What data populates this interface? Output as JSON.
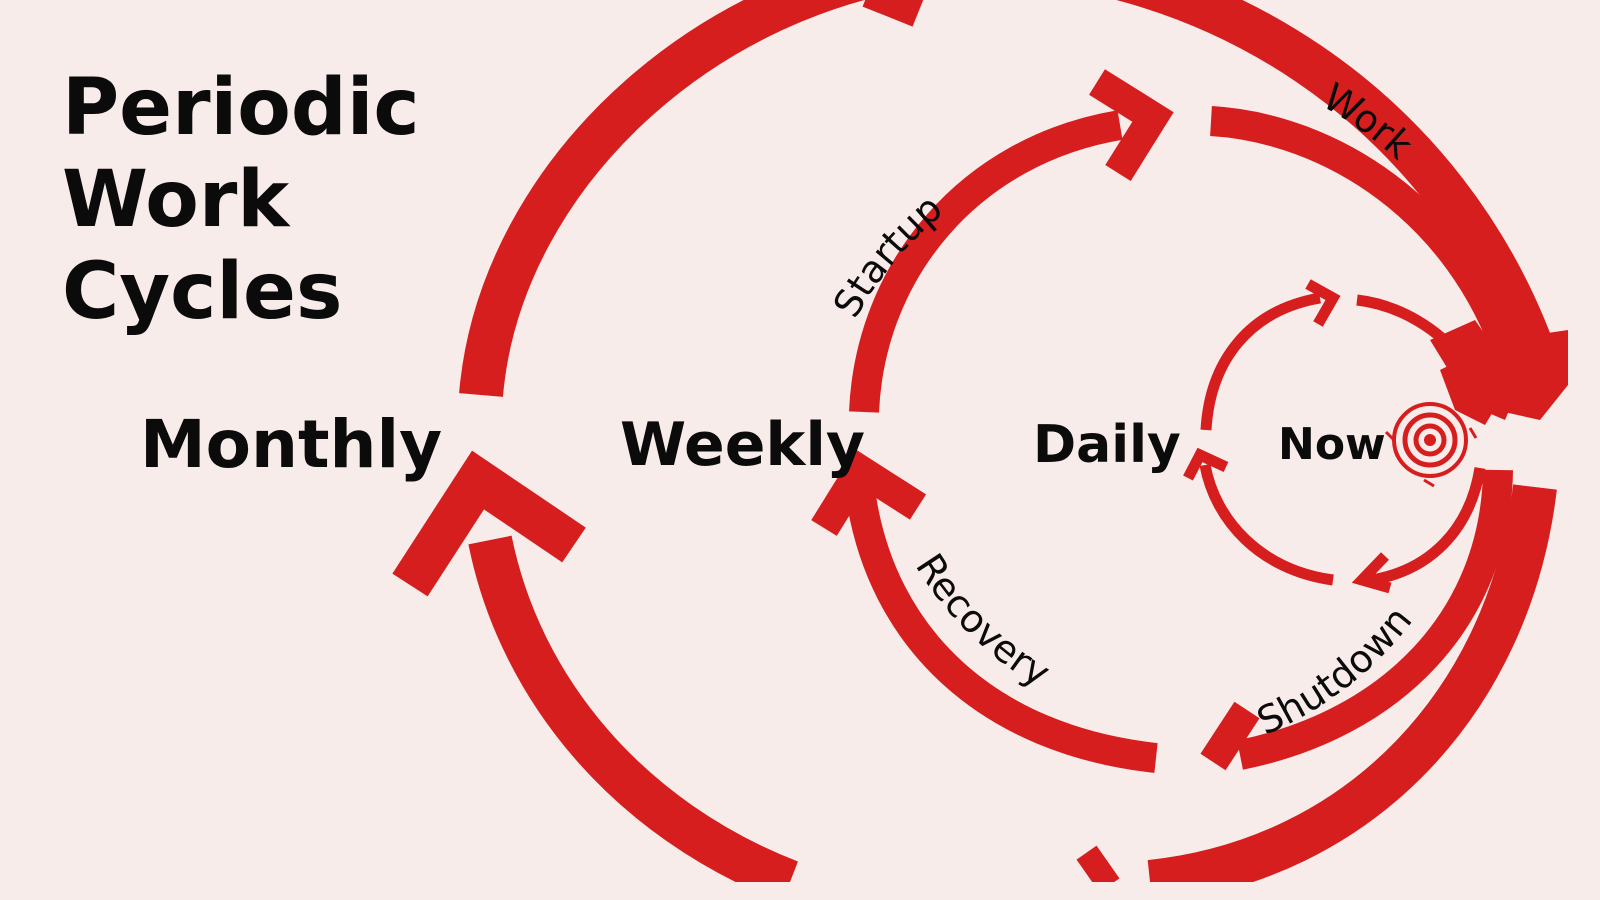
{
  "title_lines": [
    "Periodic",
    "Work",
    "Cycles"
  ],
  "cycles": {
    "monthly": "Monthly",
    "weekly": "Weekly",
    "daily": "Daily",
    "now": "Now"
  },
  "phases": {
    "startup": "Startup",
    "work": "Work",
    "shutdown": "Shutdown",
    "recovery": "Recovery"
  },
  "colors": {
    "accent": "#d71e1e",
    "background": "#f8ecea",
    "text": "#0b0b0b"
  },
  "icons": [
    "target-icon"
  ]
}
